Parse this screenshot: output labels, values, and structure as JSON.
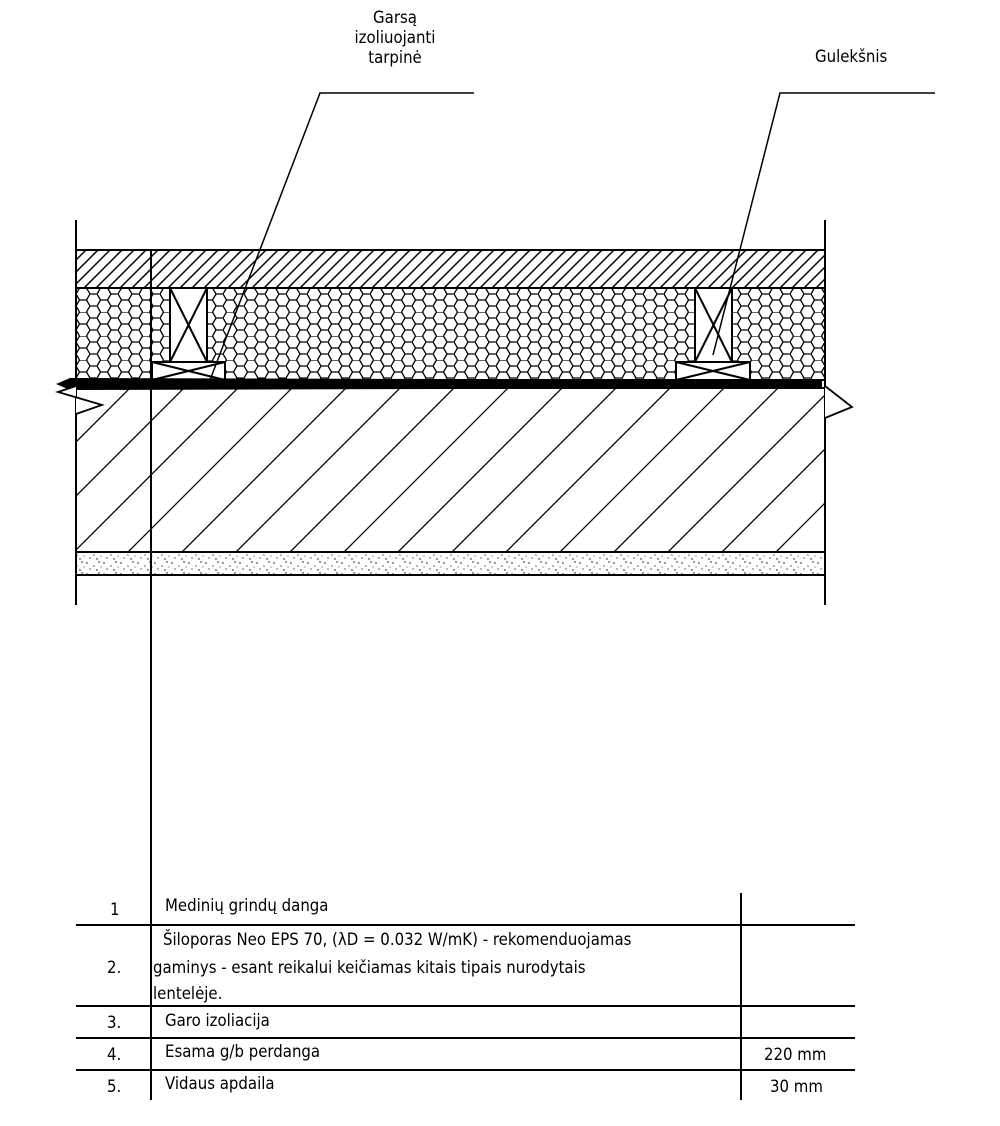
{
  "labels": {
    "insulating_pad": [
      "Garsą",
      "izoliuojanti",
      "tarpinė"
    ],
    "plate": "Gulekšnis"
  },
  "table": {
    "rows": [
      {
        "num": "1",
        "desc": [
          "Medinių grindų danga"
        ],
        "thickness": ""
      },
      {
        "num": "2.",
        "desc": [
          "Šiloporas Neo EPS 70, (λD = 0.032 W/mK) - rekomenduojamas",
          "gaminys - esant reikalui keičiamas kitais tipais nurodytais",
          "lentelėje."
        ],
        "thickness": ""
      },
      {
        "num": "3.",
        "desc": [
          "Garo izoliacija"
        ],
        "thickness": ""
      },
      {
        "num": "4.",
        "desc": [
          "Esama g/b perdanga"
        ],
        "thickness": "220 mm"
      },
      {
        "num": "5.",
        "desc": [
          "Vidaus apdaila"
        ],
        "thickness": "30 mm"
      }
    ]
  }
}
